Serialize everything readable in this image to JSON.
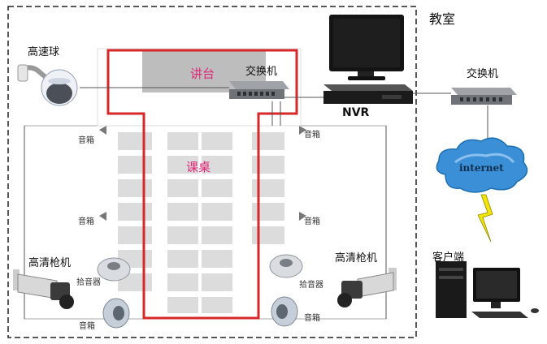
{
  "room_label": "教室",
  "podium_label": "讲台",
  "desks_label": "课桌",
  "ptz_camera_label": "高速球",
  "switch_inside_label": "交换机",
  "switch_outside_label": "交换机",
  "nvr_label": "NVR",
  "internet_label": "internet",
  "client_label": "客户端",
  "hd_camera_left_label": "高清枪机",
  "hd_camera_right_label": "高清枪机",
  "speaker_label": "音箱",
  "pickup_label": "拾音器",
  "colors": {
    "route": "#d62828",
    "room_border": "#222222",
    "podium": "#bdbdbd",
    "desk": "#dcdcdc",
    "text_pink": "#e0287a",
    "cloud": "#1b6fb0"
  }
}
